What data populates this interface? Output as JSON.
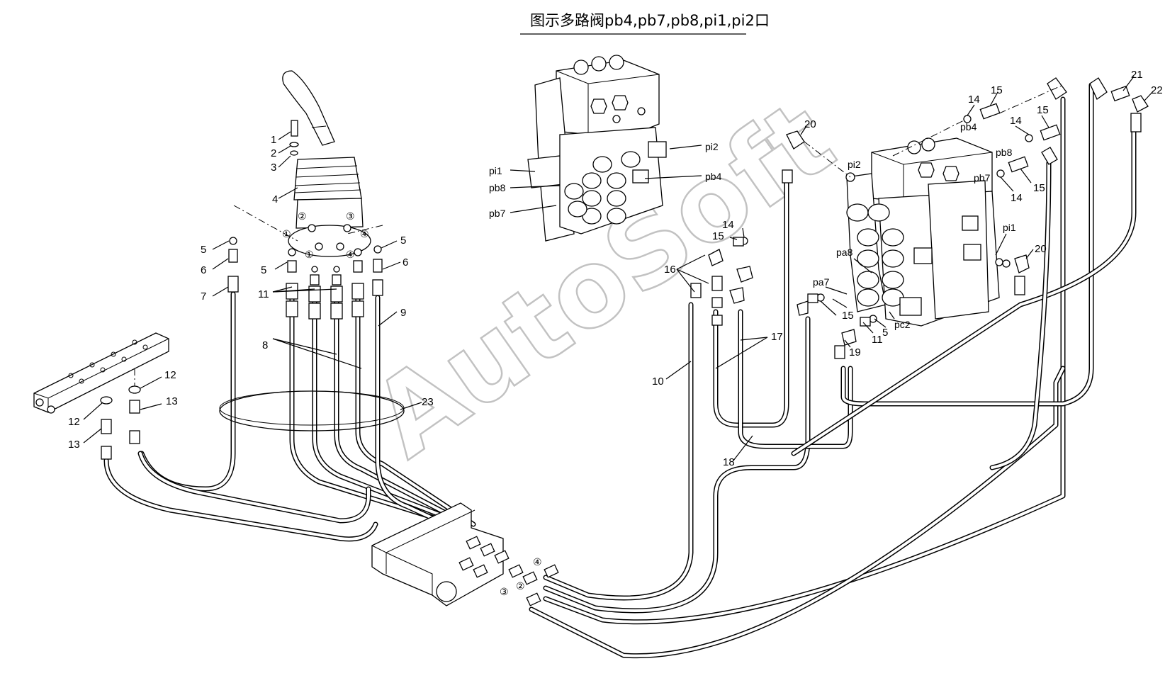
{
  "title": "图示多路阀pb4,pb7,pb8,pi1,pi2口",
  "watermark": "AutoSoft",
  "callouts": {
    "joystick": [
      "1",
      "2",
      "3",
      "4",
      "5",
      "5",
      "5",
      "6",
      "6",
      "7",
      "8",
      "9",
      "11",
      "23"
    ],
    "manifold": [
      "12",
      "12",
      "13",
      "13"
    ],
    "lines": [
      "10",
      "16",
      "17",
      "18"
    ],
    "valve": [
      "14",
      "14",
      "14",
      "14",
      "15",
      "15",
      "15",
      "15",
      "15",
      "20",
      "20",
      "21",
      "22",
      "19",
      "11",
      "5"
    ]
  },
  "port_labels": {
    "inset": [
      "pi2",
      "pi1",
      "pb4",
      "pb8",
      "pb7"
    ],
    "valve": [
      "pb4",
      "pb8",
      "pb7",
      "pi2",
      "pi1",
      "pa8",
      "pa7",
      "pc2"
    ]
  },
  "circled": {
    "joystick_top": [
      "①",
      "②",
      "③",
      "④"
    ],
    "joystick_ports": [
      "①",
      "④"
    ],
    "block": [
      "④",
      "③",
      "②"
    ]
  },
  "colors": {
    "line": "#000000",
    "watermark": "#b8b8b8"
  }
}
